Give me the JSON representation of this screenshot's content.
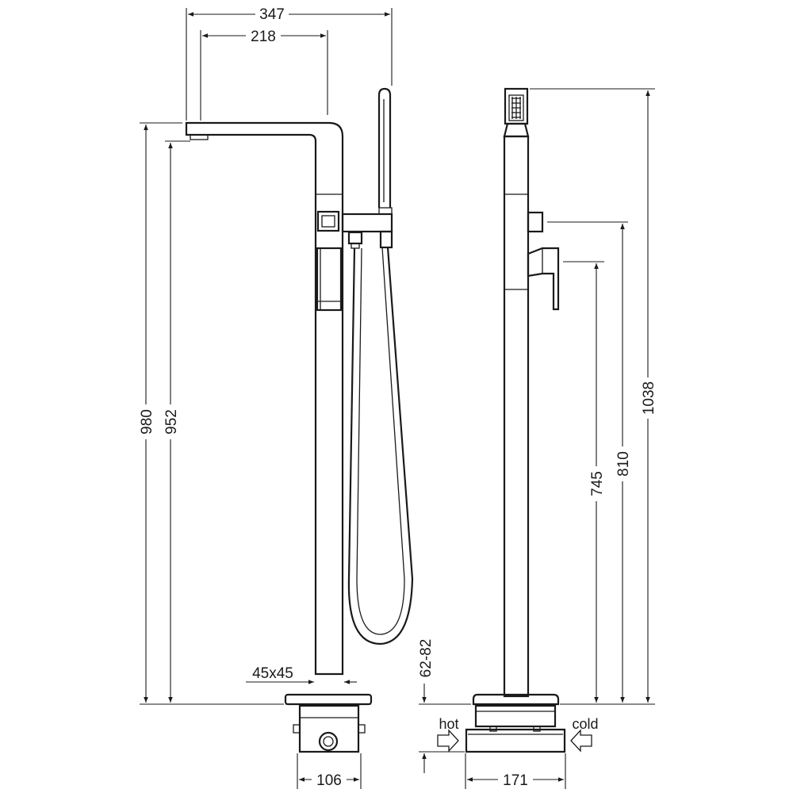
{
  "dimensions": {
    "overall_reach": "347",
    "spout_reach": "218",
    "total_height_front": "980",
    "spout_outlet_height": "952",
    "pillar_section": "45x45",
    "base_depth_range": "62-82",
    "base_width_front": "106",
    "total_height_side": "1038",
    "diverter_height": "810",
    "handle_height": "745",
    "base_width_side": "171"
  },
  "connections": {
    "hot_label": "hot",
    "cold_label": "cold"
  }
}
